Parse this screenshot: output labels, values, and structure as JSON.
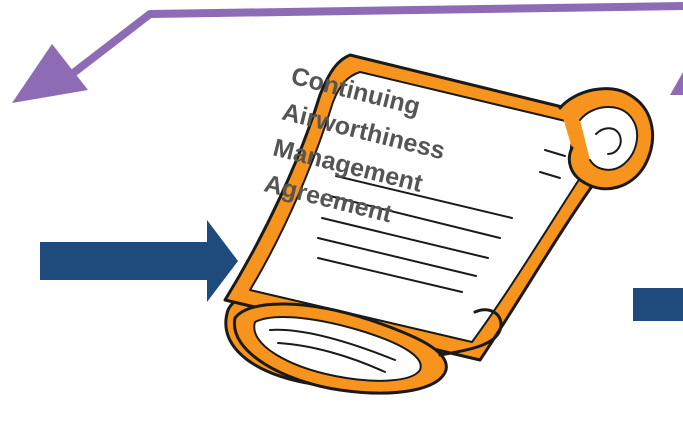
{
  "scroll": {
    "lines": [
      "Continuing",
      "Airworthiness",
      "Management",
      "Agreement"
    ]
  },
  "colors": {
    "purple_arrow": "#8E6BB5",
    "navy_arrow": "#1F4A7C",
    "scroll_orange": "#F7941D",
    "scroll_outline": "#1A1A1A",
    "text": "#555555"
  },
  "icons": [
    "purple-arrow",
    "navy-arrow-right",
    "navy-arrow-partial",
    "scroll-icon"
  ]
}
